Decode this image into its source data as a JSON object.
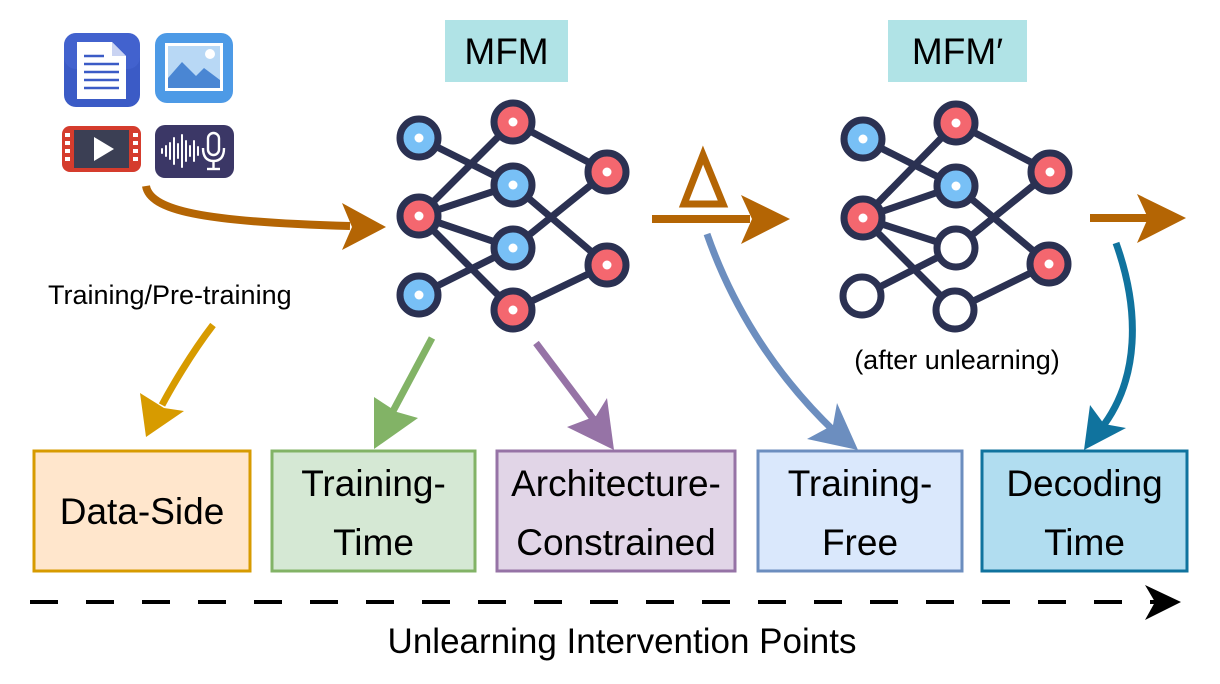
{
  "modalities": [
    {
      "name": "document",
      "icon": "document-icon"
    },
    {
      "name": "image",
      "icon": "image-icon"
    },
    {
      "name": "video",
      "icon": "video-icon"
    },
    {
      "name": "audio",
      "icon": "audio-microphone-icon"
    }
  ],
  "training_label": "Training/Pre-training",
  "models": {
    "original": {
      "label": "MFM",
      "nodes": {
        "layer1": [
          "blue",
          "red",
          "blue"
        ],
        "layer2": [
          "red",
          "blue",
          "blue",
          "red"
        ],
        "layer3": [
          "red",
          "red"
        ]
      }
    },
    "unlearned": {
      "label": "MFM′",
      "caption": "(after unlearning)",
      "nodes": {
        "layer1": [
          "blue",
          "red",
          "empty"
        ],
        "layer2": [
          "red",
          "blue",
          "empty",
          "empty"
        ],
        "layer3": [
          "red",
          "red"
        ]
      }
    }
  },
  "delta_symbol": "Δ",
  "categories": [
    {
      "id": "data-side",
      "lines": [
        "Data-Side"
      ],
      "fill": "#ffe6cc",
      "stroke": "#d79b00"
    },
    {
      "id": "training-time",
      "lines": [
        "Training-",
        "Time"
      ],
      "fill": "#d5e8d4",
      "stroke": "#82b366"
    },
    {
      "id": "architecture-constrained",
      "lines": [
        "Architecture-",
        "Constrained"
      ],
      "fill": "#e1d5e7",
      "stroke": "#9673a6"
    },
    {
      "id": "training-free",
      "lines": [
        "Training-",
        "Free"
      ],
      "fill": "#dae8fc",
      "stroke": "#6c8ebf"
    },
    {
      "id": "decoding-time",
      "lines": [
        "Decoding",
        "Time"
      ],
      "fill": "#b1ddf0",
      "stroke": "#10739e"
    }
  ],
  "axis_label": "Unlearning Intervention Points",
  "colors": {
    "model_box": "#b0e3e6",
    "flow_arrow": "#b46504",
    "node_outline": "#2b3152",
    "node_red": "#f4676f",
    "node_blue": "#78c0f6",
    "node_empty": "#ffffff"
  }
}
